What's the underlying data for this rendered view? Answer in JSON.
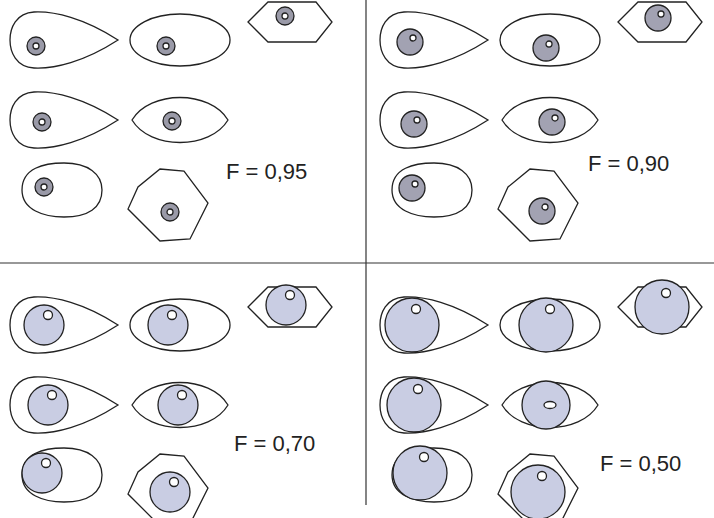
{
  "diagram": {
    "labels": [
      "F = 0,95",
      "F = 0,90",
      "F = 0,70",
      "F = 0,50"
    ]
  }
}
